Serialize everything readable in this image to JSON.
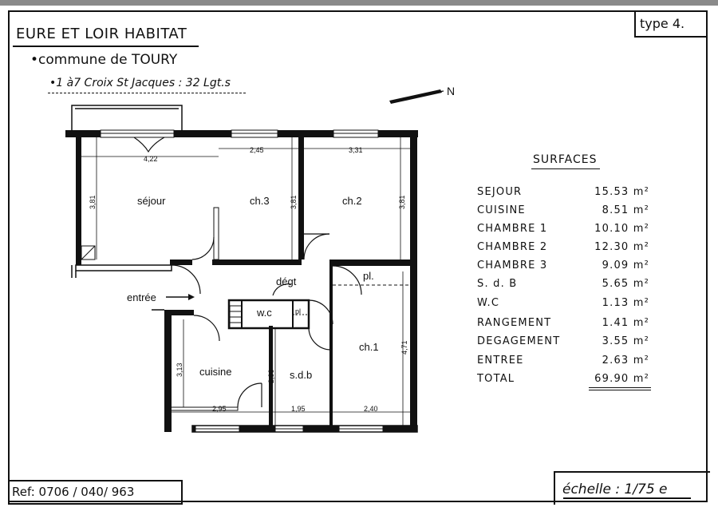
{
  "header": {
    "title": "EURE ET LOIR HABITAT",
    "commune": "•commune de TOURY",
    "address": "•1 à7 Croix St Jacques : 32 Lgt.s"
  },
  "type_label": "type 4.",
  "ref_label": "Ref: 0706 / 040/ 963",
  "scale_label": "échelle : 1/75 e",
  "north_label": "N",
  "surfaces": {
    "title": "SURFACES",
    "rows": [
      {
        "label": "SEJOUR",
        "value": "15.53 m²"
      },
      {
        "label": "CUISINE",
        "value": "8.51 m²"
      },
      {
        "label": "CHAMBRE 1",
        "value": "10.10 m²"
      },
      {
        "label": "CHAMBRE 2",
        "value": "12.30 m²"
      },
      {
        "label": "CHAMBRE 3",
        "value": "9.09 m²"
      },
      {
        "label": "S. d. B",
        "value": "5.65 m²"
      },
      {
        "label": "W.C",
        "value": "1.13 m²"
      },
      {
        "label": "RANGEMENT",
        "value": "1.41 m²"
      },
      {
        "label": "DEGAGEMENT",
        "value": "3.55 m²"
      },
      {
        "label": "ENTREE",
        "value": "2.63 m²"
      },
      {
        "label": "TOTAL",
        "value": "69.90 m²"
      }
    ]
  },
  "rooms": {
    "sejour": "séjour",
    "ch3": "ch.3",
    "ch2": "ch.2",
    "degagement": "dégt",
    "placard": "pl.",
    "entree": "entrée",
    "wc": "w.c",
    "placard_small": "pl",
    "ch1": "ch.1",
    "cuisine": "cuisine",
    "sdb": "s.d.b"
  },
  "dimensions": {
    "sejour_width": "4,22",
    "ch3_width": "2,45",
    "ch2_width": "3,31",
    "sejour_depth": "3,81",
    "ch3_depth": "3,81",
    "ch2_depth": "3,81",
    "cuisine_depth": "3,13",
    "sdb_depth": "2,90",
    "ch1_depth": "4,71",
    "cuisine_width": "2,95",
    "sdb_width": "1,95",
    "ch1_width": "2,40"
  }
}
